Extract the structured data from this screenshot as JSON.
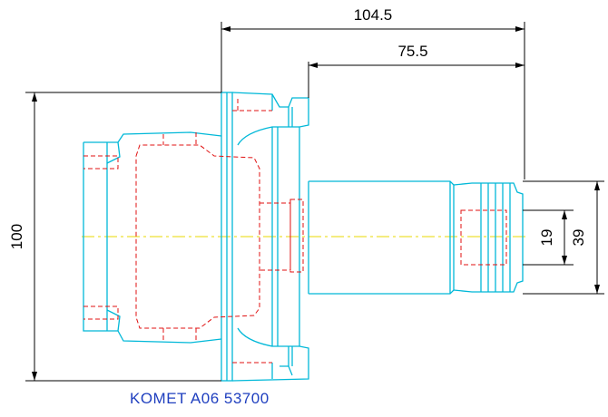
{
  "drawing": {
    "caption": "KOMET A06 53700",
    "dimensions": {
      "overall_length": "104.5",
      "shank_length": "75.5",
      "flange_diameter": "100",
      "bore_diameter": "19",
      "shank_end_diameter": "39"
    }
  },
  "colors": {
    "outline": "#00b8d8",
    "hidden": "#e01010",
    "centerline": "#e8d800",
    "dimension": "#000000",
    "caption": "#1f3fbf"
  }
}
